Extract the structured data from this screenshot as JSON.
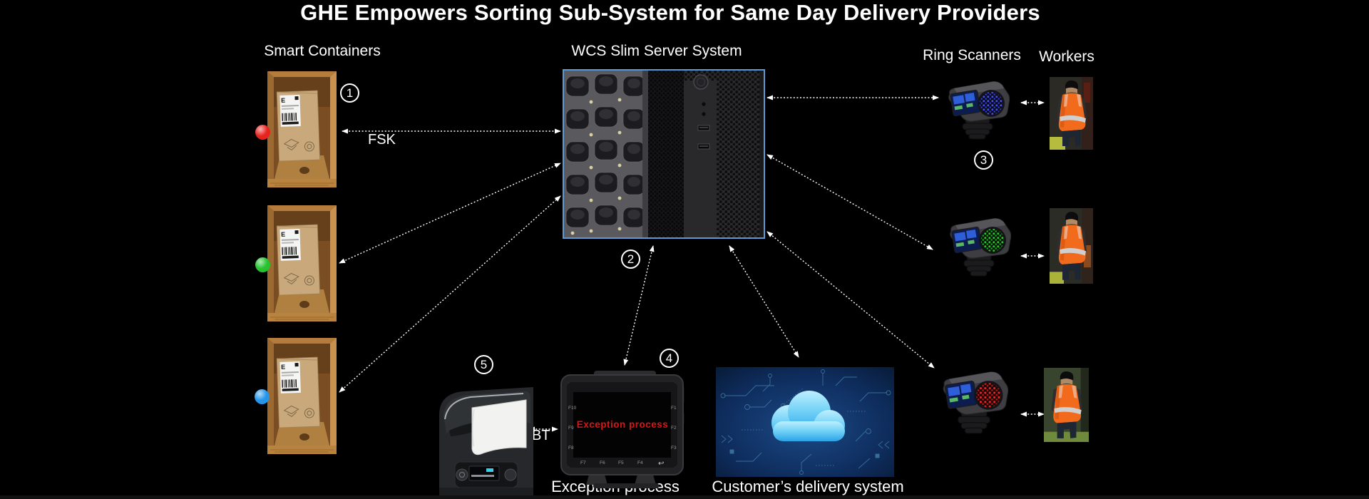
{
  "title": "GHE Empowers Sorting Sub-System for Same Day Delivery Providers",
  "labels": {
    "smart_containers": "Smart Containers",
    "server": "WCS Slim Server System",
    "ring_scanners": "Ring Scanners",
    "workers": "Workers",
    "exception_terminal": "Exception process",
    "customer_system": "Customer’s delivery system"
  },
  "link_labels": {
    "containers_to_server": "FSK",
    "printer_to_terminal": "BT"
  },
  "steps": [
    "1",
    "2",
    "3",
    "4",
    "5"
  ],
  "smart_containers": {
    "package_label_logo": "E",
    "items": [
      {
        "name": "smart-container-1",
        "indicator_color": "#e8231e"
      },
      {
        "name": "smart-container-2",
        "indicator_color": "#25c32e"
      },
      {
        "name": "smart-container-3",
        "indicator_color": "#2495ea"
      }
    ]
  },
  "ring_scanners": {
    "items": [
      {
        "name": "ring-scanner-1",
        "lens_dot_color": "#4450e8"
      },
      {
        "name": "ring-scanner-2",
        "lens_dot_color": "#25c82b"
      },
      {
        "name": "ring-scanner-3",
        "lens_dot_color": "#e82424"
      }
    ]
  },
  "exception_terminal": {
    "screen_text": "Exception process",
    "screen_text_color": "#d91616",
    "fkeys_left": [
      "F10",
      "F9",
      "F8"
    ],
    "fkeys_right": [
      "F1",
      "F2",
      "F3"
    ],
    "fkeys_bottom": [
      "F7",
      "F6",
      "F5",
      "F4"
    ],
    "back_key": "↩"
  },
  "connections": [
    {
      "from": "server",
      "to": "smart-container-1",
      "bidirectional": true,
      "label_key": "containers_to_server"
    },
    {
      "from": "server",
      "to": "smart-container-2",
      "bidirectional": true
    },
    {
      "from": "server",
      "to": "smart-container-3",
      "bidirectional": true
    },
    {
      "from": "server",
      "to": "ring-scanner-1",
      "bidirectional": true
    },
    {
      "from": "server",
      "to": "ring-scanner-2",
      "bidirectional": true
    },
    {
      "from": "server",
      "to": "ring-scanner-3",
      "bidirectional": true
    },
    {
      "from": "server",
      "to": "exception-terminal",
      "bidirectional": true
    },
    {
      "from": "server",
      "to": "customer-delivery-system",
      "bidirectional": true
    },
    {
      "from": "printer",
      "to": "exception-terminal",
      "bidirectional": true,
      "label_key": "printer_to_terminal"
    },
    {
      "from": "ring-scanner-1",
      "to": "worker-1",
      "bidirectional": true
    },
    {
      "from": "ring-scanner-2",
      "to": "worker-2",
      "bidirectional": true
    },
    {
      "from": "ring-scanner-3",
      "to": "worker-3",
      "bidirectional": true
    }
  ],
  "colors": {
    "background": "#000000",
    "text": "#ffffff",
    "arrows": "#ffffff",
    "server_highlight_border": "#5b9bd5"
  }
}
